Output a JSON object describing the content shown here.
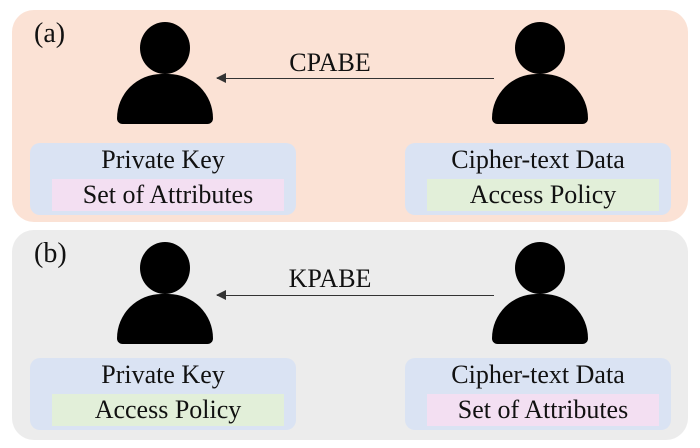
{
  "panel_a": {
    "tag": "(a)",
    "scheme": "CPABE",
    "left": {
      "title": "Private Key",
      "content": "Set of Attributes"
    },
    "right": {
      "title": "Cipher-text Data",
      "content": "Access Policy"
    }
  },
  "panel_b": {
    "tag": "(b)",
    "scheme": "KPABE",
    "left": {
      "title": "Private Key",
      "content": "Access Policy"
    },
    "right": {
      "title": "Cipher-text Data",
      "content": "Set of Attributes"
    }
  }
}
